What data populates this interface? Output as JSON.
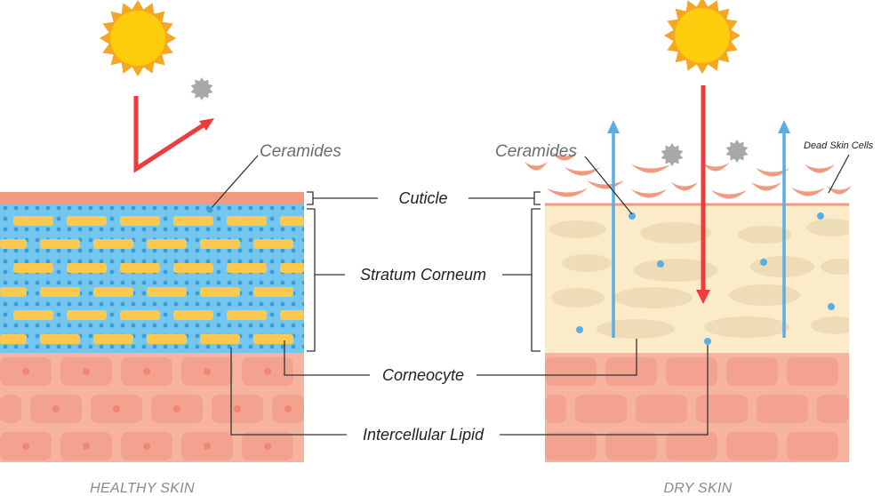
{
  "labels": {
    "cuticle": "Cuticle",
    "stratum_corneum": "Stratum Corneum",
    "corneocyte": "Corneocyte",
    "intercellular_lipid": "Intercellular Lipid",
    "ceramides_left": "Ceramides",
    "ceramides_right": "Ceramides",
    "dead_skin_cells": "Dead Skin Cells",
    "healthy_skin": "HEALTHY SKIN",
    "dry_skin": "DRY SKIN"
  },
  "colors": {
    "sun": "#fdcc0d",
    "sun_ray": "#f6a623",
    "light_ray": "#ef3b3b",
    "water_arrow": "#5aaee8",
    "cuticle": "#f19a80",
    "lipid": "#74c6ef",
    "lipid_dot": "#3a9fd8",
    "corneocyte": "#fcc94e",
    "dry_layer": "#fcebc8",
    "dry_patch": "#eedcb6",
    "dermis": "#f6b4a0",
    "dermis_cell": "#f19a86",
    "dermis_nucleus": "#ee8873",
    "pollutant": "#a8a8a8"
  }
}
